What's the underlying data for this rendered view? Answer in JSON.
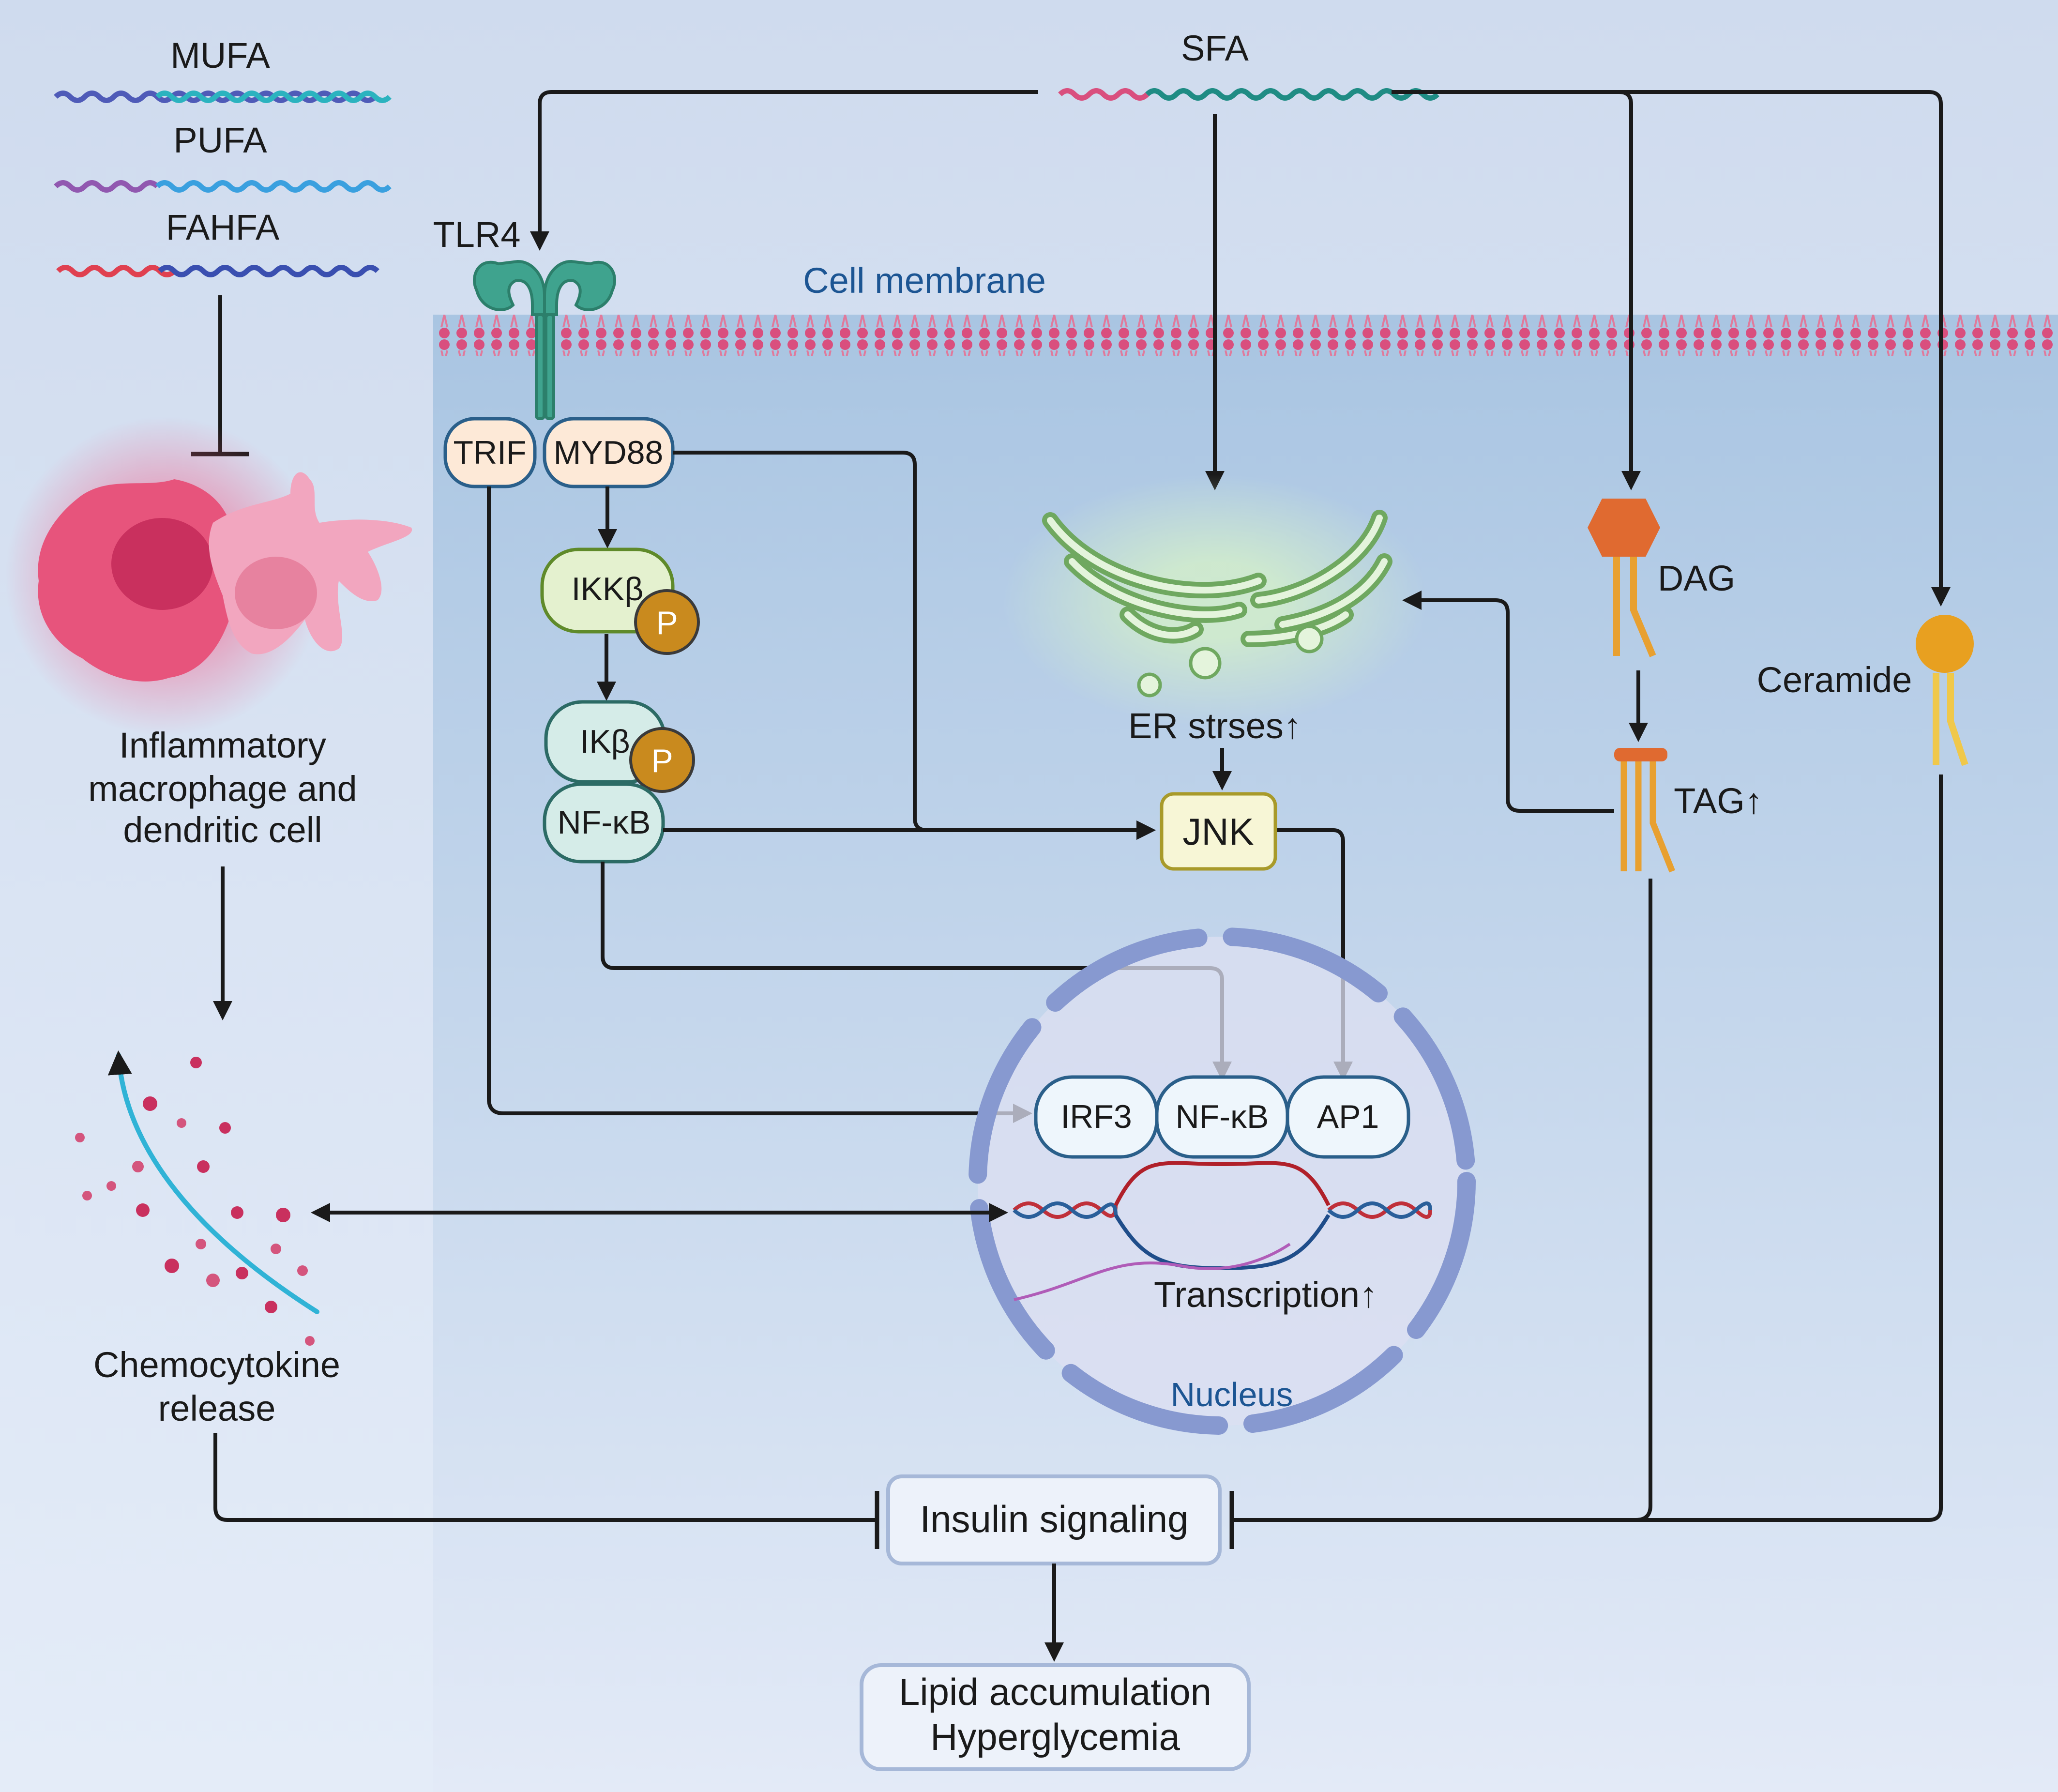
{
  "fatty_acids": {
    "mufa": "MUFA",
    "pufa": "PUFA",
    "fahfa": "FAHFA",
    "sfa": "SFA"
  },
  "receptor": {
    "tlr4": "TLR4",
    "trif": "TRIF",
    "myd88": "MYD88"
  },
  "membrane_label": "Cell membrane",
  "kinases": {
    "ikkb": "IKKβ",
    "ikb": "IKβ",
    "nfkb": "NF-κB",
    "phospho": "P",
    "jnk": "JNK"
  },
  "er": {
    "label": "ER strses↑"
  },
  "lipids": {
    "dag": "DAG",
    "tag": "TAG↑",
    "ceramide": "Ceramide"
  },
  "immune": {
    "cell_line1": "Inflammatory",
    "cell_line2": "macrophage and",
    "cell_line3": "dendritic cell",
    "release_line1": "Chemocytokine",
    "release_line2": "release"
  },
  "nucleus": {
    "label": "Nucleus",
    "tf_irf3": "IRF3",
    "tf_nfkb": "NF-κB",
    "tf_ap1": "AP1",
    "transcription": "Transcription↑"
  },
  "outcomes": {
    "insulin": "Insulin signaling",
    "lipid": "Lipid accumulation",
    "hyperglycemia": "Hyperglycemia"
  },
  "colors": {
    "membrane": "#d94f7e",
    "tlr4": "#3fa38e",
    "orange": "#e8a030",
    "jnk_fill": "#f7f6d6",
    "nucleus_ring": "#8799d0"
  }
}
